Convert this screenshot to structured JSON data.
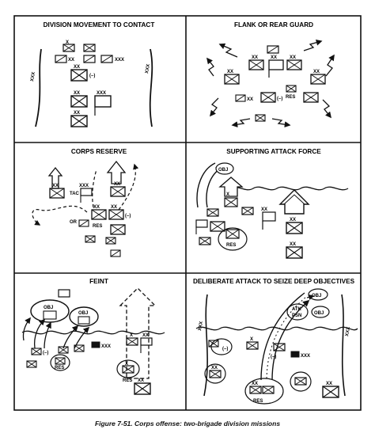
{
  "panels": [
    {
      "title": "DIVISION MOVEMENT TO CONTACT"
    },
    {
      "title": "FLANK OR REAR GUARD"
    },
    {
      "title": "CORPS RESERVE"
    },
    {
      "title": "SUPPORTING ATTACK FORCE"
    },
    {
      "title": "FEINT"
    },
    {
      "title": "DELIBERATE ATTACK TO SEIZE DEEP OBJECTIVES"
    }
  ],
  "labels": {
    "xxx": "XXX",
    "xx": "XX",
    "x": "X",
    "reduced": "(–)",
    "res": "RES",
    "tac": "TAC",
    "obj": "OBJ",
    "or": "OR",
    "atk": "ATK",
    "psn": "PSN"
  },
  "caption": "Figure 7-51. Corps offense: two-brigade division missions"
}
